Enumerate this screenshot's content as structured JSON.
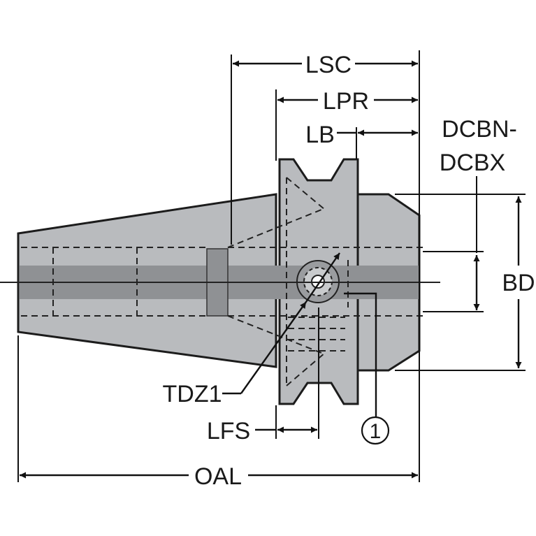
{
  "labels": {
    "lsc": "LSC",
    "lpr": "LPR",
    "lb": "LB",
    "dcbn": "DCBN-",
    "dcbx": "DCBX",
    "bd": "BD",
    "tdz1": "TDZ1",
    "lfs": "LFS",
    "oal": "OAL",
    "callout": "1"
  },
  "colors": {
    "body": "#b9bbbe",
    "bore": "#8f9194",
    "outline": "#1c1c1c"
  }
}
